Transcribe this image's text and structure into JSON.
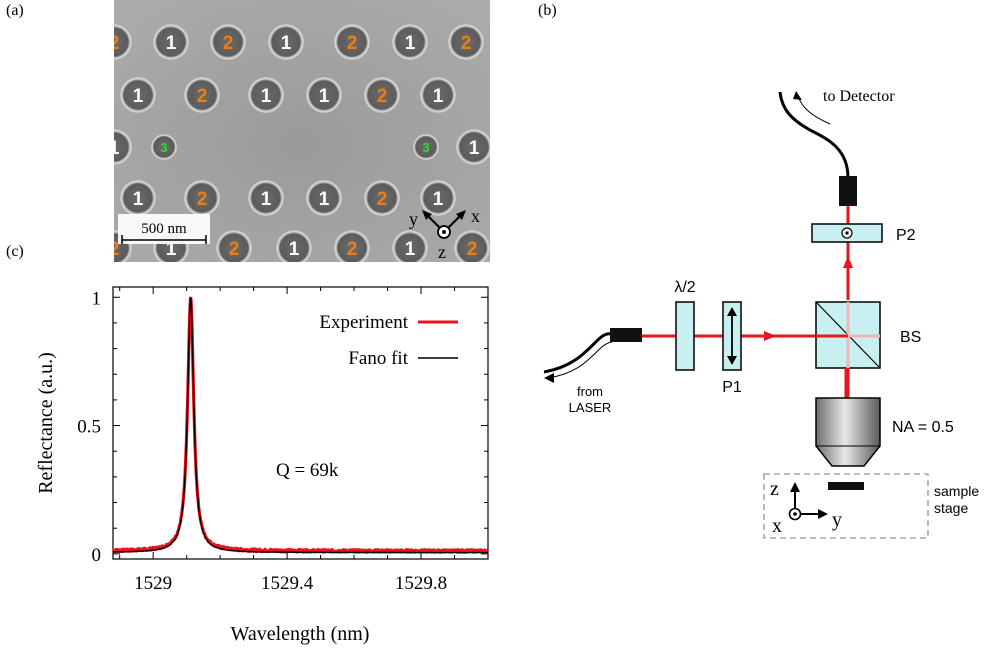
{
  "panel_a": {
    "label": "(a)",
    "scalebar": "500 nm",
    "axes": {
      "x": "x",
      "y": "y",
      "z": "z"
    },
    "hole_labels": {
      "type1": "1",
      "type2": "2",
      "type3": "3"
    },
    "colors": {
      "type1": "#ffffff",
      "type2": "#f07d14",
      "type3": "#1ee61e"
    }
  },
  "panel_b": {
    "label": "(b)",
    "to_detector": "to Detector",
    "p2": "P2",
    "half_wave": "λ/2",
    "bs": "BS",
    "p1": "P1",
    "from_laser_1": "from",
    "from_laser_2": "LASER",
    "na": "NA = 0.5",
    "sample_1": "sample",
    "sample_2": "stage",
    "axes": {
      "z": "z",
      "x": "x",
      "y": "y"
    },
    "beam_color": "#e8141e",
    "optic_fill": "#c8f0f0"
  },
  "panel_c": {
    "label": "(c)",
    "legend_experiment": "Experiment",
    "legend_fit": "Fano fit",
    "annotation": "Q = 69k",
    "xlabel": "Wavelength (nm)",
    "ylabel": "Reflectance (a.u.)",
    "xticks": [
      "1529",
      "1529.4",
      "1529.8"
    ],
    "yticks": [
      "0",
      "0.5",
      "1"
    ]
  },
  "chart_data": {
    "type": "line",
    "title": "",
    "xlabel": "Wavelength (nm)",
    "ylabel": "Reflectance (a.u.)",
    "xlim": [
      1528.88,
      1530.0
    ],
    "ylim": [
      -0.02,
      1.04
    ],
    "xticks": [
      1529,
      1529.4,
      1529.8
    ],
    "yticks": [
      0,
      0.5,
      1
    ],
    "legend_position": "top-right",
    "annotation": "Q = 69k",
    "resonance": {
      "center_nm": 1529.112,
      "fwhm_nm": 0.0222,
      "peak": 1.0,
      "baseline": 0.005
    },
    "series": [
      {
        "name": "Experiment",
        "color": "#e8141e",
        "x": [
          1528.88,
          1528.95,
          1529.0,
          1529.05,
          1529.08,
          1529.09,
          1529.1,
          1529.105,
          1529.112,
          1529.12,
          1529.13,
          1529.14,
          1529.16,
          1529.2,
          1529.3,
          1529.5,
          1529.7,
          1530.0
        ],
        "y": [
          0.01,
          0.012,
          0.014,
          0.025,
          0.06,
          0.11,
          0.26,
          0.55,
          1.0,
          0.63,
          0.3,
          0.15,
          0.07,
          0.04,
          0.025,
          0.015,
          0.012,
          0.01
        ]
      },
      {
        "name": "Fano fit",
        "color": "#000000",
        "x": [
          1528.88,
          1528.95,
          1529.0,
          1529.05,
          1529.08,
          1529.09,
          1529.1,
          1529.105,
          1529.112,
          1529.12,
          1529.13,
          1529.14,
          1529.16,
          1529.2,
          1529.3,
          1529.5,
          1529.7,
          1530.0
        ],
        "y": [
          0.008,
          0.01,
          0.013,
          0.024,
          0.058,
          0.11,
          0.26,
          0.55,
          1.02,
          0.63,
          0.3,
          0.15,
          0.068,
          0.038,
          0.022,
          0.013,
          0.01,
          0.008
        ]
      }
    ]
  }
}
